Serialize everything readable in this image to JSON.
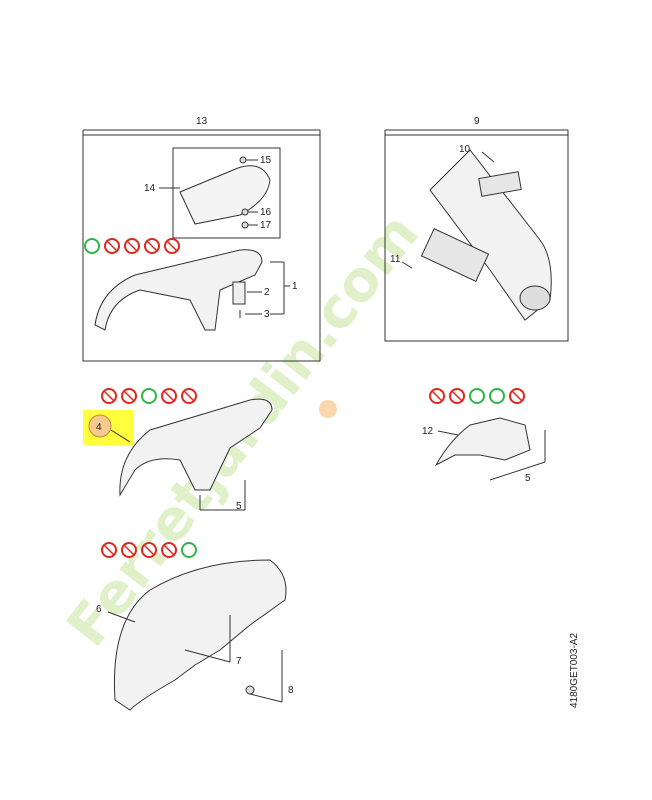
{
  "labels": {
    "n1": "1",
    "n2": "2",
    "n3": "3",
    "n4": "4",
    "n5a": "5",
    "n5b": "5",
    "n6": "6",
    "n7": "7",
    "n8": "8",
    "n9": "9",
    "n10": "10",
    "n11": "11",
    "n12": "12",
    "n13": "13",
    "n14": "14",
    "n15": "15",
    "n16": "16",
    "n17": "17"
  },
  "doc_code": "4180GET003-A2",
  "watermark": "Ferretjardin.com",
  "colors": {
    "highlight": "#ffff3c",
    "prohibited": "#e0281e",
    "allowed": "#2fb34a",
    "watermark_light": "#c7e6a0",
    "watermark_orange": "#f5b56c",
    "line": "#333333"
  },
  "icon_rows": [
    [
      "allowed",
      "prohibited",
      "prohibited",
      "prohibited",
      "prohibited"
    ],
    [
      "prohibited",
      "prohibited",
      "allowed",
      "prohibited",
      "prohibited"
    ],
    [
      "prohibited",
      "prohibited",
      "allowed",
      "allowed",
      "prohibited"
    ],
    [
      "prohibited",
      "prohibited",
      "prohibited",
      "prohibited",
      "allowed"
    ]
  ]
}
